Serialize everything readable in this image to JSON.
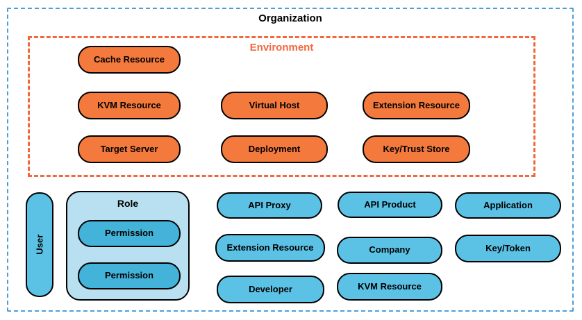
{
  "organization": {
    "title": "Organization"
  },
  "environment": {
    "title": "Environment",
    "nodes": [
      {
        "label": "Cache Resource"
      },
      {
        "label": "KVM Resource"
      },
      {
        "label": "Virtual Host"
      },
      {
        "label": "Extension Resource"
      },
      {
        "label": "Target Server"
      },
      {
        "label": "Deployment"
      },
      {
        "label": "Key/Trust Store"
      }
    ]
  },
  "org_level": {
    "user": {
      "label": "User"
    },
    "role": {
      "title": "Role",
      "permissions": [
        {
          "label": "Permission"
        },
        {
          "label": "Permission"
        }
      ]
    },
    "nodes": [
      {
        "label": "API Proxy"
      },
      {
        "label": "API Product"
      },
      {
        "label": "Application"
      },
      {
        "label": "Extension Resource"
      },
      {
        "label": "Company"
      },
      {
        "label": "Key/Token"
      },
      {
        "label": "Developer"
      },
      {
        "label": "KVM Resource"
      }
    ]
  },
  "colors": {
    "outer_dashed_border": "#4E9FD9",
    "environment_dashed_border": "#F2683C",
    "environment_title_text": "#F2683C",
    "environment_node_fill": "#F4793D",
    "org_node_fill": "#5BC2E6",
    "role_group_fill": "#B8E0F0",
    "permission_node_fill": "#43B3DA",
    "node_border": "#000000",
    "title_text": "#000000"
  }
}
